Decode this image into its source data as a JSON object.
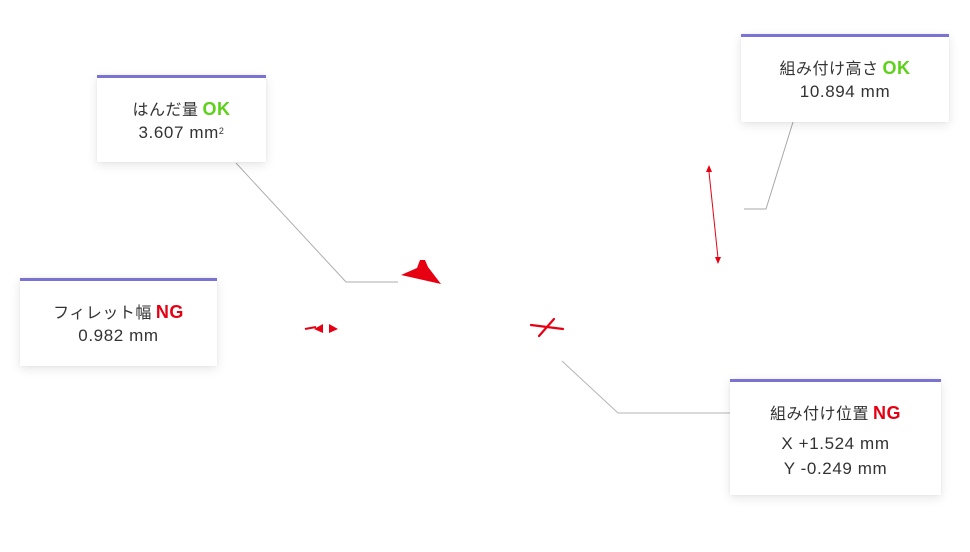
{
  "colors": {
    "accent_border": "#7b73d1",
    "ok": "#5bd118",
    "ng": "#e60012",
    "marker": "#e60012",
    "leader_line": "#9a9a9a"
  },
  "callouts": {
    "solder_volume": {
      "label": "はんだ量",
      "status": "OK",
      "value": "3.607 mm",
      "unit_superscript": "2",
      "marker_icon": "solder-fillet-marker"
    },
    "mount_height": {
      "label": "組み付け高さ",
      "status": "OK",
      "value": "10.894 mm",
      "marker_icon": "vertical-double-arrow"
    },
    "fillet_width": {
      "label": "フィレット幅",
      "status": "NG",
      "value": "0.982 mm",
      "marker_icon": "horizontal-double-arrow"
    },
    "mount_position": {
      "label": "組み付け位置",
      "status": "NG",
      "value_x": "X +1.524 mm",
      "value_y": "Y -0.249 mm",
      "marker_icon": "cross-marker"
    }
  }
}
